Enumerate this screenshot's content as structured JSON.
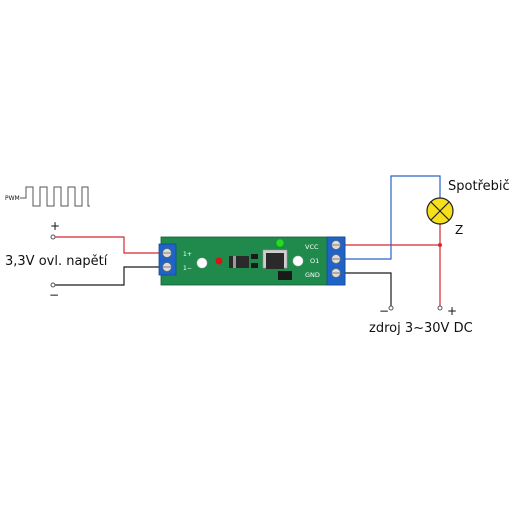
{
  "labels": {
    "pwm": "PWM",
    "input_plus": "+",
    "input_minus": "−",
    "input_voltage": "3,3V ovl. napětí",
    "pin_in_plus": "1+",
    "pin_in_minus": "1−",
    "pin_vcc": "VCC",
    "pin_o1": "O1",
    "pin_gnd": "GND",
    "load_title": "Spotřebič",
    "load_symbol": "Z",
    "supply_minus": "−",
    "supply_plus": "+",
    "supply_label": "zdroj 3~30V DC"
  },
  "colors": {
    "background": "#ffffff",
    "pcb": "#1f8a4c",
    "terminal_block": "#1f63c9",
    "wire_positive": "#d8282c",
    "wire_negative": "#1a1a1a",
    "wire_load": "#2a63c8",
    "led_green": "#22dd22",
    "led_red": "#dd1111",
    "lamp": "#f6df1c"
  },
  "components": {
    "board": "mosfet-switch-module",
    "load_symbol_shape": "lamp-cross-circle"
  }
}
